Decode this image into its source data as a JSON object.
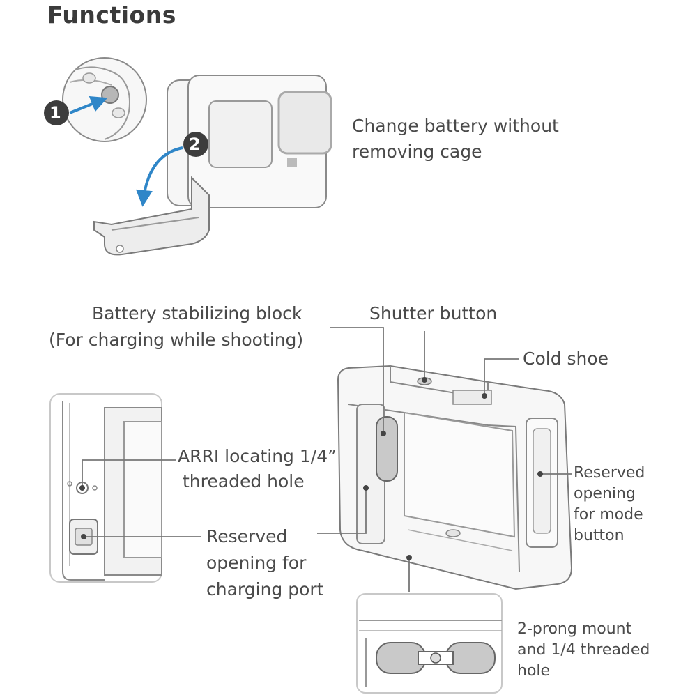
{
  "page": {
    "title": "Functions"
  },
  "functions": {
    "change_battery": {
      "line1": "Change battery without",
      "line2": "removing cage",
      "steps": [
        "1",
        "2"
      ]
    }
  },
  "callouts": {
    "battery_block": {
      "line1": "Battery stabilizing block",
      "line2": "(For charging while shooting)"
    },
    "shutter_button": "Shutter button",
    "cold_shoe": "Cold shoe",
    "arri_hole": {
      "line1": "ARRI locating 1/4”",
      "line2": "threaded hole"
    },
    "charging_port": {
      "line1": "Reserved",
      "line2": "opening for",
      "line3": "charging port"
    },
    "mode_button": {
      "line1": "Reserved",
      "line2": "opening",
      "line3": "for mode",
      "line4": "button"
    },
    "mount": {
      "line1": "2-prong mount",
      "line2": "and 1/4 threaded",
      "line3": "hole"
    }
  },
  "colors": {
    "outline": "#7a7a7a",
    "fill_light": "#f4f4f4",
    "fill_mid": "#d9d9d9",
    "accent_blue": "#2f86c8",
    "badge": "#3d3d3d",
    "text": "#4a4a4a"
  }
}
